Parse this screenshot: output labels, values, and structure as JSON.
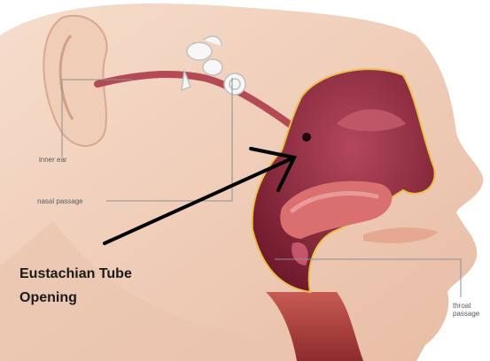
{
  "labels": {
    "inner_ear": "inner ear",
    "nasal_passage": "nasal passage",
    "throat_line1": "throat",
    "throat_line2": "passage"
  },
  "callout": {
    "line1": "Eustachian Tube",
    "line2": "Opening"
  },
  "colors": {
    "skin": "#f3d3bf",
    "skin_shadow": "#e2b49b",
    "cavity": "#9c2f45",
    "cavity_dark": "#6f1a2c",
    "tissue": "#d9706f",
    "arrow": "#000000",
    "label_text": "#555b60"
  }
}
